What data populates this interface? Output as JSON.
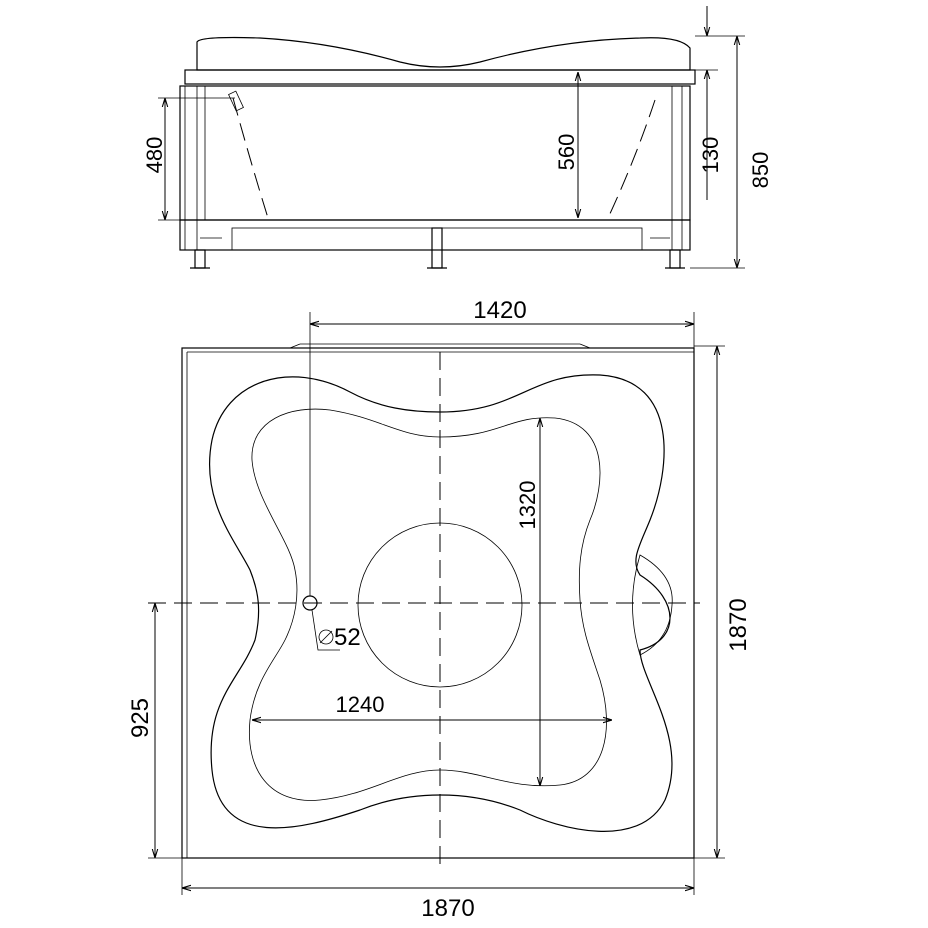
{
  "side_view": {
    "dim_480": "480",
    "dim_560": "560",
    "dim_130": "130",
    "dim_850": "850"
  },
  "top_view": {
    "dim_1420": "1420",
    "dim_1320": "1320",
    "dim_1240": "1240",
    "dim_drain": "52",
    "dim_925": "925",
    "dim_1870_right": "1870",
    "dim_1870_bottom": "1870"
  }
}
